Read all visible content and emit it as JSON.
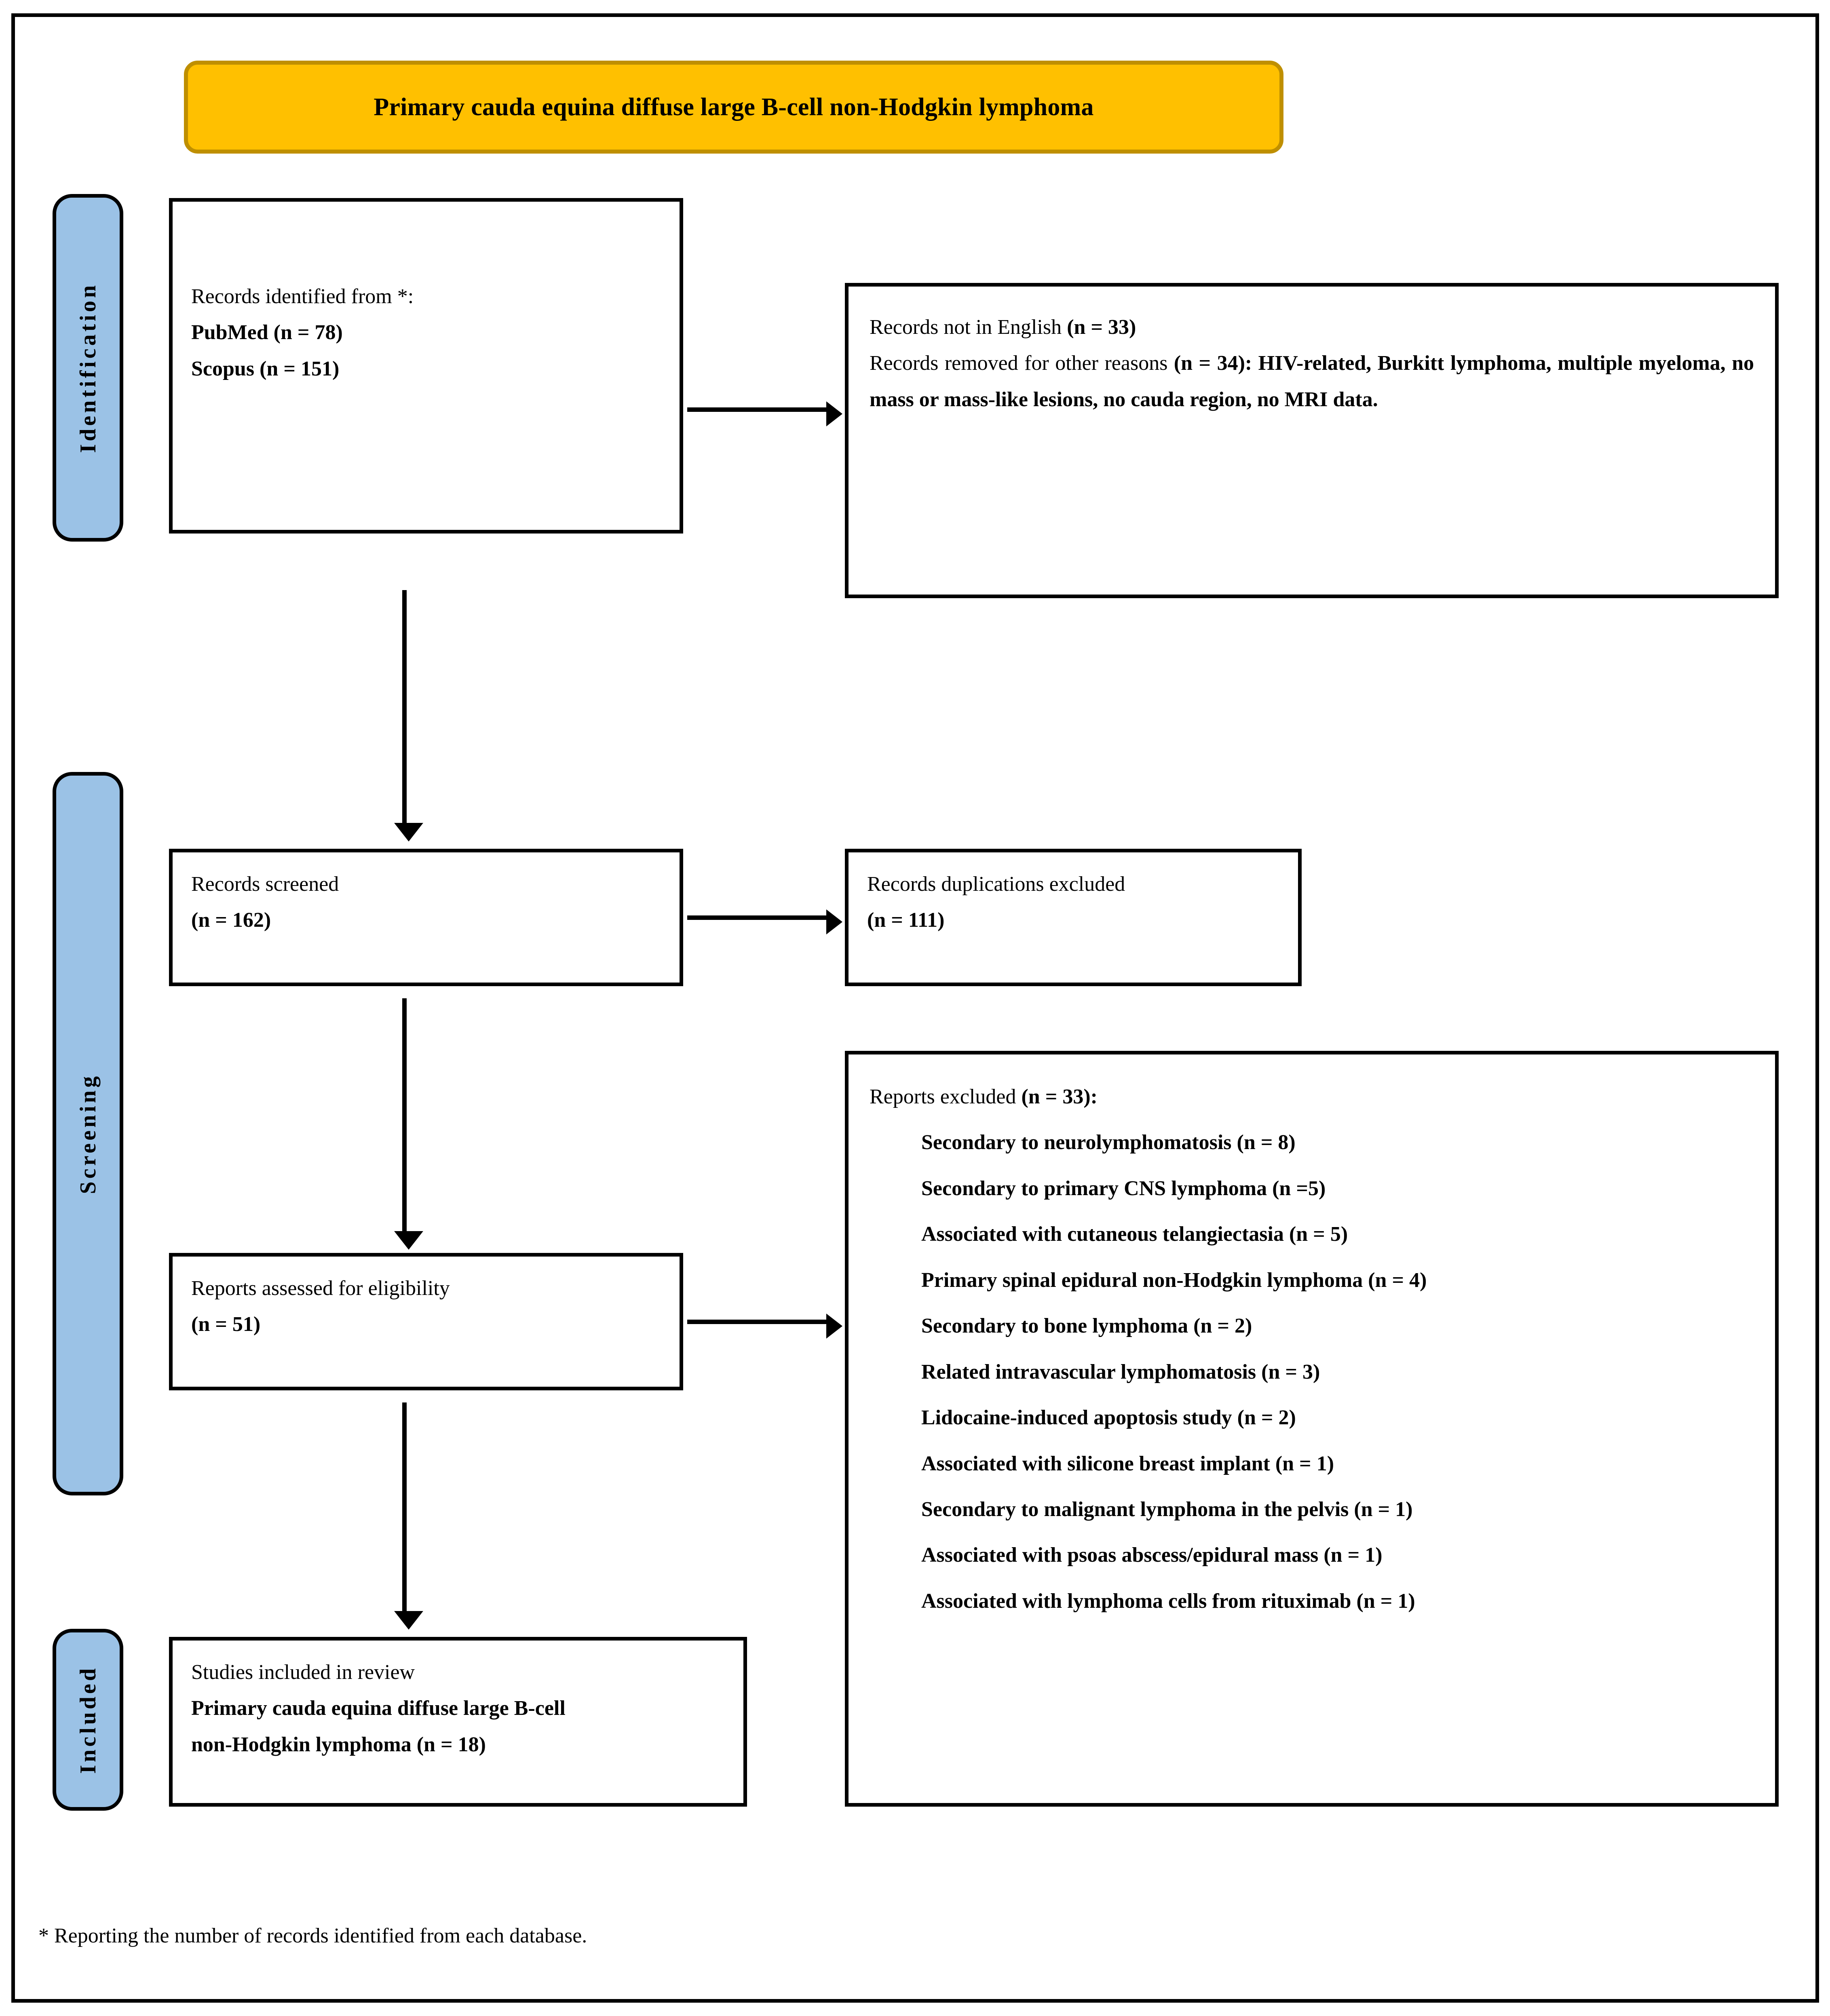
{
  "title": {
    "text": "Primary cauda equina diffuse large B-cell non-Hodgkin lymphoma",
    "background_color": "#FFC000",
    "border_color": "#BF8F00"
  },
  "stage_color": "#9BC2E6",
  "stages": {
    "identification": "Identification",
    "screening": "Screening",
    "included": "Included"
  },
  "boxes": {
    "identified": {
      "line1": "Records identified from *:",
      "line2": "PubMed (n = 78)",
      "line3": "Scopus (n = 151)"
    },
    "removed": {
      "line1_regular": "Records not in English ",
      "line1_bold": "(n = 33)",
      "line2_regular": "Records removed for other reasons ",
      "line2_bold": "(n = 34): HIV-related, Burkitt lymphoma, multiple myeloma, no mass or mass-like lesions, no cauda region, no MRI data."
    },
    "screened": {
      "line1": "Records screened",
      "line2": "(n = 162)"
    },
    "duplicates": {
      "line1": "Records duplications excluded",
      "line2": "(n = 111)"
    },
    "eligibility": {
      "line1": "Reports assessed for eligibility",
      "line2": "(n = 51)"
    },
    "excluded": {
      "heading_regular": "Reports excluded ",
      "heading_bold": "(n = 33):",
      "items": [
        "Secondary to neurolymphomatosis (n = 8)",
        "Secondary to primary CNS lymphoma (n =5)",
        "Associated with cutaneous telangiectasia (n = 5)",
        "Primary spinal epidural non-Hodgkin lymphoma (n = 4)",
        "Secondary to bone lymphoma (n = 2)",
        "Related intravascular lymphomatosis (n = 3)",
        "Lidocaine-induced apoptosis study (n = 2)",
        "Associated with silicone breast implant (n = 1)",
        "Secondary to malignant lymphoma in the pelvis (n = 1)",
        "Associated with psoas abscess/epidural mass (n = 1)",
        "Associated with lymphoma cells from rituximab (n = 1)"
      ]
    },
    "included": {
      "line1": "Studies included in review",
      "line2": "Primary cauda equina diffuse large B-cell",
      "line3": "non-Hodgkin lymphoma (n = 18)"
    }
  },
  "footnote": "* Reporting the number of records identified from each database."
}
